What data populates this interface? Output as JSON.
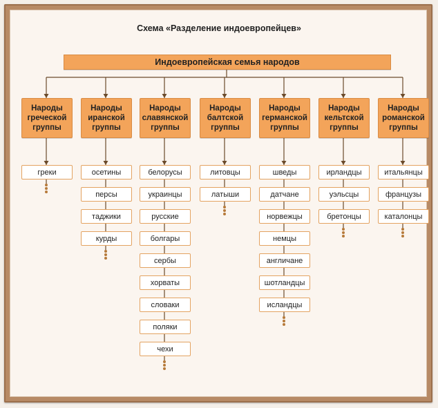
{
  "title": "Схема «Разделение индоевропейцев»",
  "root": "Индоевропейская семья народов",
  "colors": {
    "header_fill": "#f3a45a",
    "item_border": "#e3a260",
    "connector": "#6b4a2a",
    "frame": "#b78a65",
    "board": "#fbf5ef"
  },
  "groups": [
    {
      "label": "Народы\nгреческой\nгруппы",
      "peoples": [
        "греки"
      ]
    },
    {
      "label": "Народы\nиранской\nгруппы",
      "peoples": [
        "осетины",
        "персы",
        "таджики",
        "курды"
      ]
    },
    {
      "label": "Народы\nславянской\nгруппы",
      "peoples": [
        "белорусы",
        "украинцы",
        "русские",
        "болгары",
        "сербы",
        "хорваты",
        "словаки",
        "поляки",
        "чехи"
      ]
    },
    {
      "label": "Народы\nбалтской\nгруппы",
      "peoples": [
        "литовцы",
        "латыши"
      ]
    },
    {
      "label": "Народы\nгерманской\nгруппы",
      "peoples": [
        "шведы",
        "датчане",
        "норвежцы",
        "немцы",
        "англичане",
        "шотландцы",
        "исландцы"
      ]
    },
    {
      "label": "Народы\nкельтской\nгруппы",
      "peoples": [
        "ирландцы",
        "уэльсцы",
        "бретонцы"
      ]
    },
    {
      "label": "Народы\nроманской\nгруппы",
      "peoples": [
        "итальянцы",
        "французы",
        "каталонцы"
      ]
    }
  ]
}
